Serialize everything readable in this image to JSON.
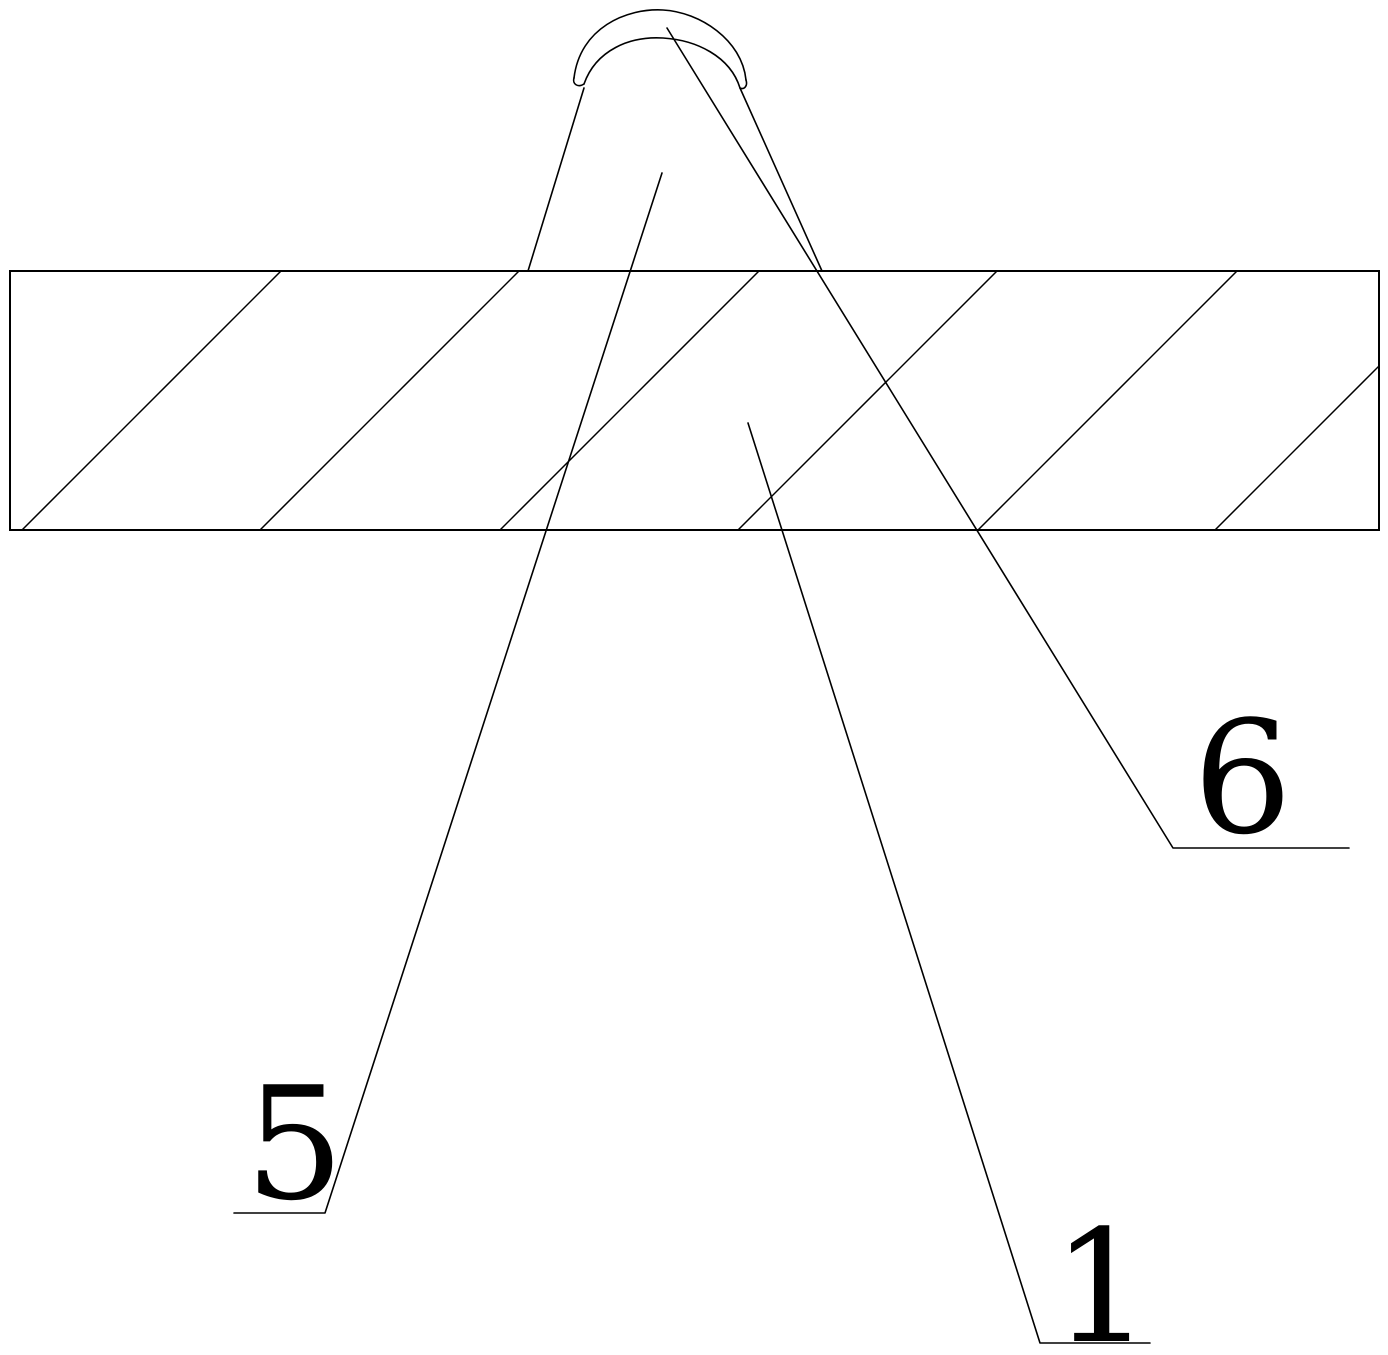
{
  "callouts": [
    {
      "id": "part-1",
      "label": "1"
    },
    {
      "id": "part-5",
      "label": "5"
    },
    {
      "id": "part-6",
      "label": "6"
    }
  ],
  "colors": {
    "line": "#000000",
    "background": "#ffffff"
  }
}
